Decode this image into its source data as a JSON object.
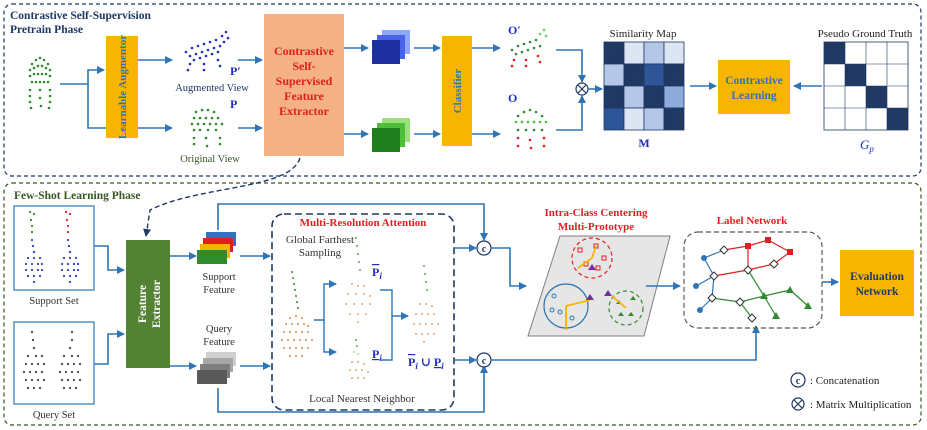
{
  "top": {
    "title_line1": "Contrastive Self-Supervision",
    "title_line2": "Pretrain Phase",
    "augmentor": "Learnable Augmentor",
    "augmented_view": "Augmented View",
    "original_view": "Original View",
    "p_prime": "P′",
    "p": "P",
    "extractor_lines": [
      "Contrastive",
      "Self-",
      "Supervised",
      "Feature",
      "Extractor"
    ],
    "classifier": "Classifier",
    "o_prime": "O′",
    "o": "O",
    "similarity_map": "Similarity Map",
    "m_label": "M",
    "contrastive_learning_lines": [
      "Contrastive",
      "Learning"
    ],
    "pseudo_gt": "Pseudo Ground Truth",
    "gp": "G",
    "gp_sub": "p"
  },
  "bottom": {
    "title": "Few-Shot Learning Phase",
    "support_set": "Support Set",
    "query_set": "Query Set",
    "feature_extractor_lines": [
      "Feature",
      "Extractor"
    ],
    "support_feature_lines": [
      "Support",
      "Feature"
    ],
    "query_feature_lines": [
      "Query",
      "Feature"
    ],
    "mra_title": "Multi-Resolution Attention",
    "gfs_lines": [
      "Global Farthest",
      "Sampling"
    ],
    "lnn": "Local Nearest Neighbor",
    "p_i": "P",
    "p_i_sub": "i",
    "union_label": "P̅",
    "icc_lines": [
      "Intra-Class Centering",
      "Multi-Prototype"
    ],
    "label_network": "Label Network",
    "eval_lines": [
      "Evaluation",
      "Network"
    ],
    "concat_symbol": "c",
    "legend_concat": ": Concatenation",
    "legend_matmul": ": Matrix Multiplication"
  },
  "colors": {
    "orange_box": "#f7b500",
    "salmon_box": "#f4b183",
    "green_box": "#548235",
    "arrow_blue": "#2e75b6",
    "navy": "#1f3864",
    "red_text": "#e02020"
  }
}
